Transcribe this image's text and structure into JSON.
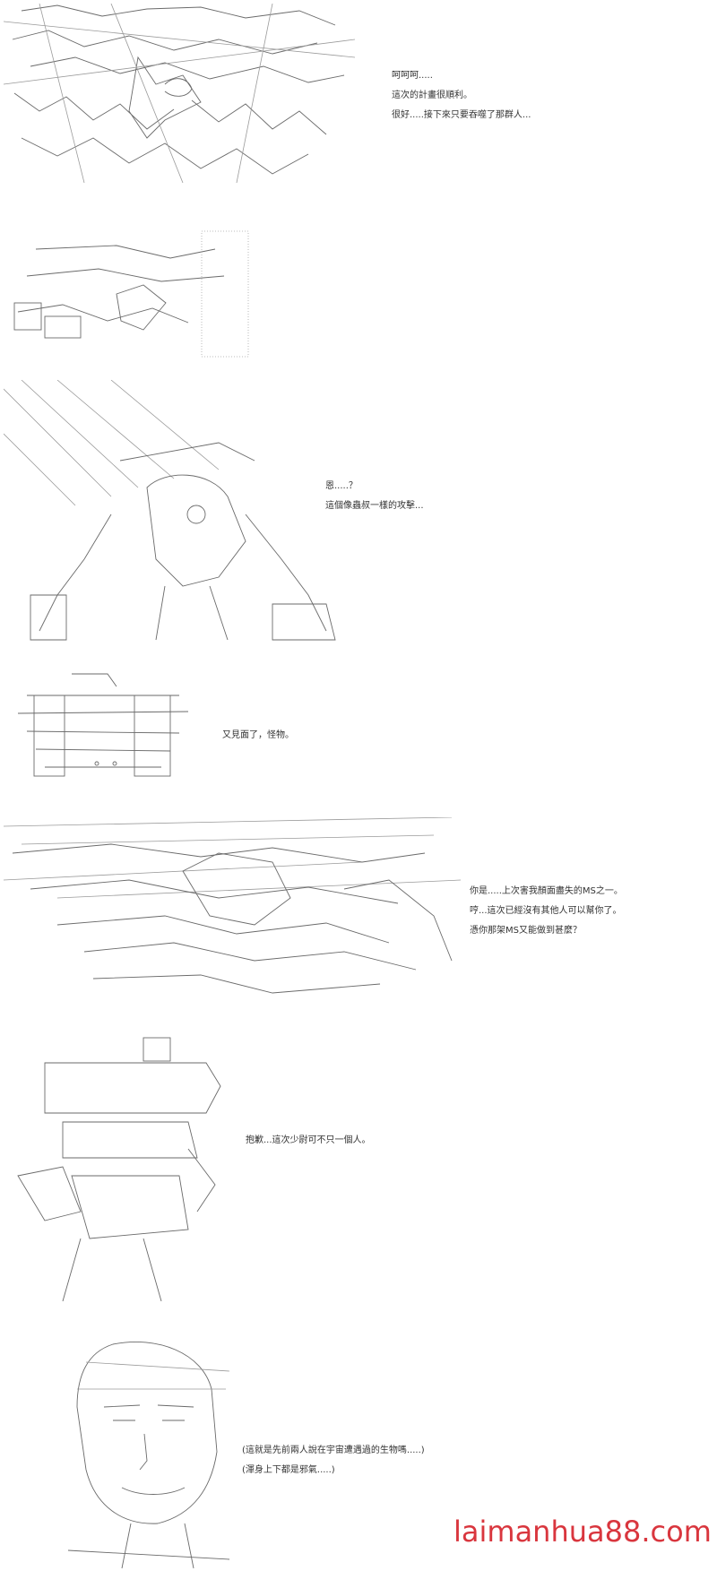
{
  "panels": [
    {
      "id": "panel-1",
      "art": "ascii-art-creature-1",
      "lines": [
        "呵呵呵.....",
        "這次的計畫很順利。",
        "很好.....接下來只要吞噬了那群人..."
      ]
    },
    {
      "id": "panel-2",
      "art": "ascii-art-mecha-detail",
      "lines": []
    },
    {
      "id": "panel-3",
      "art": "ascii-art-creature-attack",
      "lines": [
        "恩.....？",
        "這個像蟲叔一樣的攻擊..."
      ]
    },
    {
      "id": "panel-4",
      "art": "ascii-art-face",
      "lines": [
        "又見面了，怪物。"
      ]
    },
    {
      "id": "panel-5",
      "art": "ascii-art-mecha-flying",
      "lines": [
        "你是.....上次害我顏面盡失的MS之一。",
        "哼...這次已經沒有其他人可以幫你了。",
        "憑你那架MS又能做到甚麼？"
      ]
    },
    {
      "id": "panel-6",
      "art": "ascii-art-mecha-standing",
      "lines": [
        "抱歉...這次少尉可不只一個人。"
      ]
    },
    {
      "id": "panel-7",
      "art": "ascii-art-face-portrait",
      "lines": [
        "(這就是先前兩人說在宇宙遭遇過的生物嗎.....)",
        "(渾身上下都是邪氣.....)"
      ]
    }
  ],
  "watermark": {
    "text": "laimanhua88.com",
    "color": "#d9363e"
  }
}
